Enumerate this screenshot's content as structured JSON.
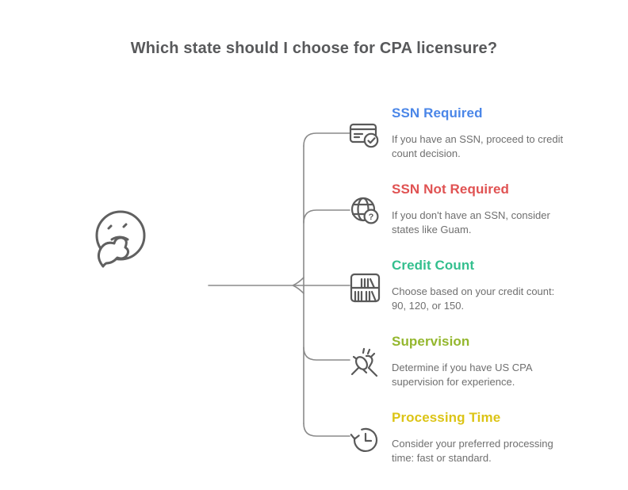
{
  "title": "Which state should I choose for CPA licensure?",
  "palette": {
    "title_color": "#58595B",
    "description_color": "#6F6F6F",
    "connector_color": "#8A8A8A",
    "icon_stroke_color": "#595959",
    "blue": "#4A86E8",
    "red": "#E05252",
    "green": "#33BF8E",
    "olive": "#94B72E",
    "yellow": "#DCC416"
  },
  "figure": {
    "center_icon": "thinking-face-icon"
  },
  "icons": {
    "globe_badge_glyph": "?"
  },
  "branches": [
    {
      "title": "SSN Required",
      "color": "#4A86E8",
      "icon": "card-verified-icon",
      "desc_line1": "If you have an SSN, proceed to credit",
      "desc_line2": "count decision."
    },
    {
      "title": "SSN Not Required",
      "color": "#E05252",
      "icon": "globe-question-icon",
      "desc_line1": "If you don't have an SSN, consider",
      "desc_line2": "states like Guam."
    },
    {
      "title": "Credit Count",
      "color": "#33BF8E",
      "icon": "bookshelf-icon",
      "desc_line1": "Choose based on your credit count:",
      "desc_line2": "90, 120, or 150."
    },
    {
      "title": "Supervision",
      "color": "#94B72E",
      "icon": "clapping-hands-icon",
      "desc_line1": "Determine if you have US CPA",
      "desc_line2": "supervision for experience."
    },
    {
      "title": "Processing Time",
      "color": "#DCC416",
      "icon": "history-clock-icon",
      "desc_line1": "Consider your preferred processing",
      "desc_line2": "time: fast or standard."
    }
  ]
}
